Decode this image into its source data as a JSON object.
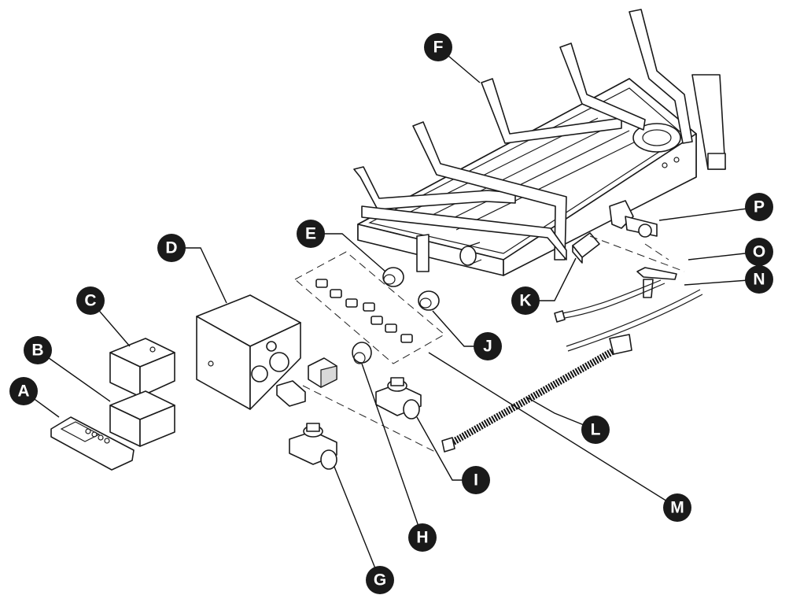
{
  "callouts": [
    {
      "id": "A",
      "label": "A"
    },
    {
      "id": "B",
      "label": "B"
    },
    {
      "id": "C",
      "label": "C"
    },
    {
      "id": "D",
      "label": "D"
    },
    {
      "id": "E",
      "label": "E"
    },
    {
      "id": "F",
      "label": "F"
    },
    {
      "id": "G",
      "label": "G"
    },
    {
      "id": "H",
      "label": "H"
    },
    {
      "id": "I",
      "label": "I"
    },
    {
      "id": "J",
      "label": "J"
    },
    {
      "id": "K",
      "label": "K"
    },
    {
      "id": "L",
      "label": "L"
    },
    {
      "id": "M",
      "label": "M"
    },
    {
      "id": "N",
      "label": "N"
    },
    {
      "id": "O",
      "label": "O"
    },
    {
      "id": "P",
      "label": "P"
    }
  ],
  "colors": {
    "line": "#1a1a1a",
    "callout_fill": "#1a1a1a",
    "callout_text": "#ffffff",
    "background": "#ffffff"
  }
}
